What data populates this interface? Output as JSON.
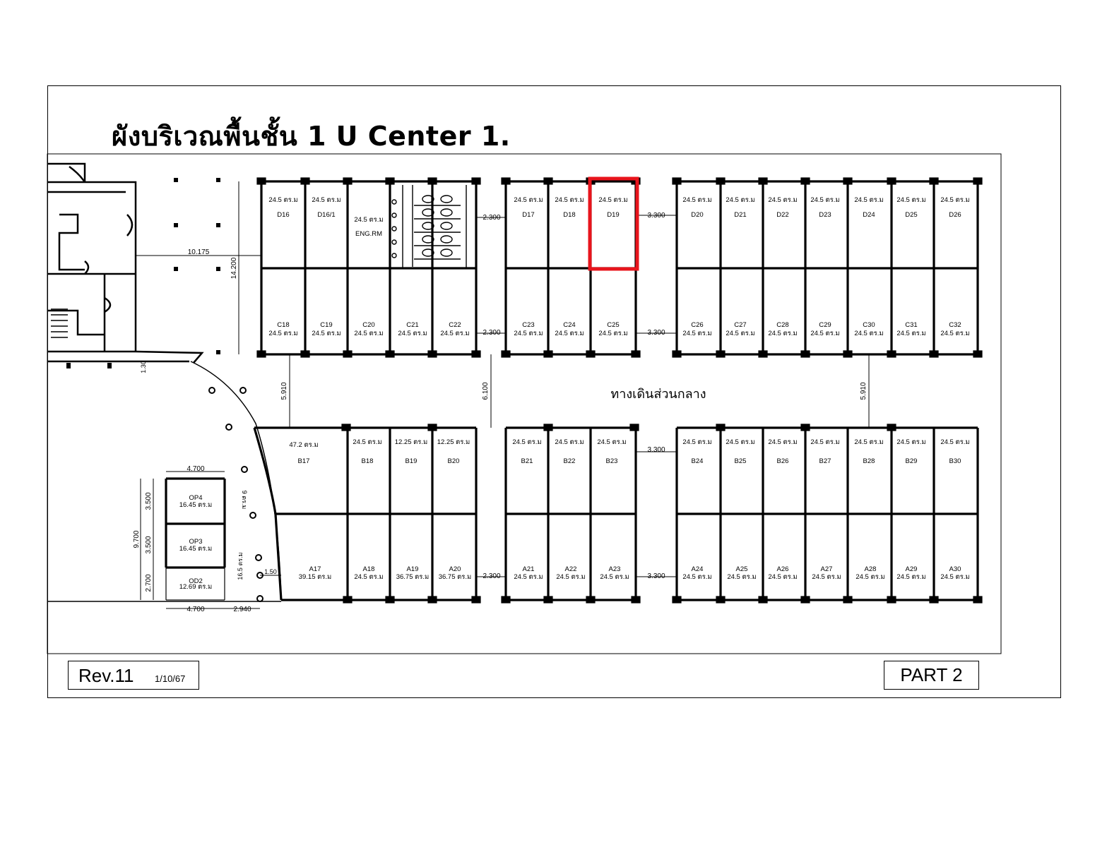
{
  "title": "ผังบริเวณพื้นชั้น 1 U Center 1.",
  "revision": {
    "label": "Rev.11",
    "date": "1/10/67"
  },
  "part": "PART 2",
  "walkway_label": "ทางเดินส่วนกลาง",
  "highlight_color": "#e8141c",
  "highlighted_unit": "D19",
  "row_d": [
    {
      "id": "D16",
      "area": "24.5 ตร.ม"
    },
    {
      "id": "D16/1",
      "area": "24.5 ตร.ม"
    },
    {
      "id": "ENG.RM",
      "area": "24.5 ตร.ม"
    },
    {
      "id": "D17",
      "area": "24.5 ตร.ม"
    },
    {
      "id": "D18",
      "area": "24.5 ตร.ม"
    },
    {
      "id": "D19",
      "area": "24.5 ตร.ม"
    },
    {
      "id": "D20",
      "area": "24.5 ตร.ม"
    },
    {
      "id": "D21",
      "area": "24.5 ตร.ม"
    },
    {
      "id": "D22",
      "area": "24.5 ตร.ม"
    },
    {
      "id": "D23",
      "area": "24.5 ตร.ม"
    },
    {
      "id": "D24",
      "area": "24.5 ตร.ม"
    },
    {
      "id": "D25",
      "area": "24.5 ตร.ม"
    },
    {
      "id": "D26",
      "area": "24.5 ตร.ม"
    }
  ],
  "row_c": [
    {
      "id": "C18",
      "area": "24.5 ตร.ม"
    },
    {
      "id": "C19",
      "area": "24.5 ตร.ม"
    },
    {
      "id": "C20",
      "area": "24.5 ตร.ม"
    },
    {
      "id": "C21",
      "area": "24.5 ตร.ม"
    },
    {
      "id": "C22",
      "area": "24.5 ตร.ม"
    },
    {
      "id": "C23",
      "area": "24.5 ตร.ม"
    },
    {
      "id": "C24",
      "area": "24.5 ตร.ม"
    },
    {
      "id": "C25",
      "area": "24.5 ตร.ม"
    },
    {
      "id": "C26",
      "area": "24.5 ตร.ม"
    },
    {
      "id": "C27",
      "area": "24.5 ตร.ม"
    },
    {
      "id": "C28",
      "area": "24.5 ตร.ม"
    },
    {
      "id": "C29",
      "area": "24.5 ตร.ม"
    },
    {
      "id": "C30",
      "area": "24.5 ตร.ม"
    },
    {
      "id": "C31",
      "area": "24.5 ตร.ม"
    },
    {
      "id": "C32",
      "area": "24.5 ตร.ม"
    }
  ],
  "row_b": [
    {
      "id": "B17",
      "area": "47.2 ตร.ม"
    },
    {
      "id": "B18",
      "area": "24.5 ตร.ม"
    },
    {
      "id": "B19",
      "area": "12.25 ตร.ม"
    },
    {
      "id": "B20",
      "area": "12.25 ตร.ม"
    },
    {
      "id": "B21",
      "area": "24.5 ตร.ม"
    },
    {
      "id": "B22",
      "area": "24.5 ตร.ม"
    },
    {
      "id": "B23",
      "area": "24.5 ตร.ม"
    },
    {
      "id": "B24",
      "area": "24.5 ตร.ม"
    },
    {
      "id": "B25",
      "area": "24.5 ตร.ม"
    },
    {
      "id": "B26",
      "area": "24.5 ตร.ม"
    },
    {
      "id": "B27",
      "area": "24.5 ตร.ม"
    },
    {
      "id": "B28",
      "area": "24.5 ตร.ม"
    },
    {
      "id": "B29",
      "area": "24.5 ตร.ม"
    },
    {
      "id": "B30",
      "area": "24.5 ตร.ม"
    }
  ],
  "row_a": [
    {
      "id": "A17",
      "area": "39.15 ตร.ม"
    },
    {
      "id": "A18",
      "area": "24.5 ตร.ม"
    },
    {
      "id": "A19",
      "area": "36.75 ตร.ม"
    },
    {
      "id": "A20",
      "area": "36.75 ตร.ม"
    },
    {
      "id": "A21",
      "area": "24.5 ตร.ม"
    },
    {
      "id": "A22",
      "area": "24.5 ตร.ม"
    },
    {
      "id": "A23",
      "area": "24.5 ตร.ม"
    },
    {
      "id": "A24",
      "area": "24.5 ตร.ม"
    },
    {
      "id": "A25",
      "area": "24.5 ตร.ม"
    },
    {
      "id": "A26",
      "area": "24.5 ตร.ม"
    },
    {
      "id": "A27",
      "area": "24.5 ตร.ม"
    },
    {
      "id": "A28",
      "area": "24.5 ตร.ม"
    },
    {
      "id": "A29",
      "area": "24.5 ตร.ม"
    },
    {
      "id": "A30",
      "area": "24.5 ตร.ม"
    }
  ],
  "op_units": [
    {
      "id": "OP4",
      "area": "16.45 ตร.ม"
    },
    {
      "id": "OP3",
      "area": "16.45 ตร.ม"
    },
    {
      "id": "OD2",
      "area": "12.69 ตร.ม"
    }
  ],
  "dimensions": {
    "d10175": "10.175",
    "d14200": "14.200",
    "d2300": "2.300",
    "d3300": "3.300",
    "d5910": "5.910",
    "d6100": "6.100",
    "d4700": "4.700",
    "d3500": "3.500",
    "d9700": "9.700",
    "d2700": "2.700",
    "d2940": "2.940",
    "d150": "1.50",
    "d130": "1.30",
    "d9sqm": "9 ตร.ม",
    "d165sqm": "16.5 ตร.ม"
  }
}
